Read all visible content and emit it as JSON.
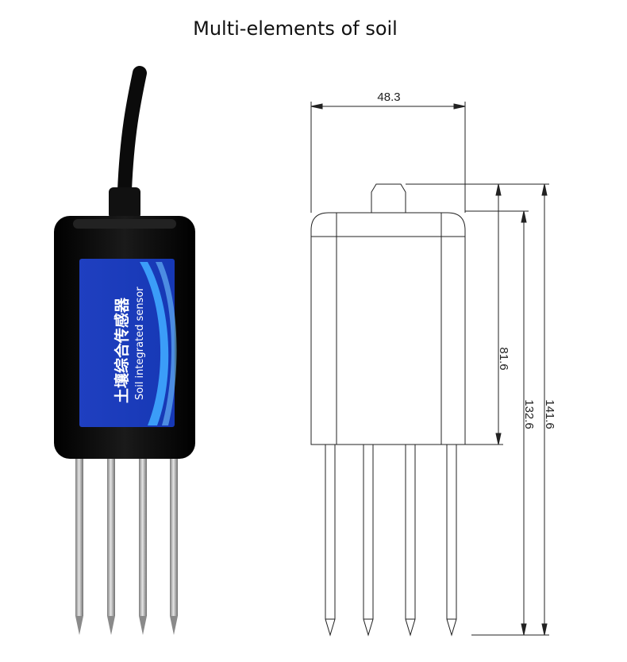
{
  "title": "Multi-elements of soil",
  "product_label": {
    "chinese_name": "土壤综合传感器",
    "english_name": "Soil integrated sensor"
  },
  "dimensions": {
    "width": "48.3",
    "body_height": "81.6",
    "height_to_body_top": "132.6",
    "total_height": "141.6"
  },
  "colors": {
    "housing": "#0d0d0d",
    "label_blue": "#1b40c4",
    "label_accent": "#3fa9ff",
    "probe": "#a9a9a9",
    "drawing_line": "#222222"
  }
}
